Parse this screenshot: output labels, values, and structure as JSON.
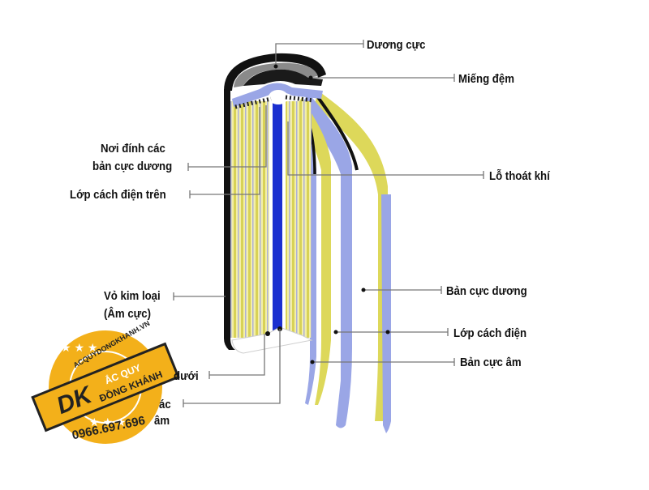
{
  "diagram": {
    "subject": "Cylindrical battery cross-section",
    "colors": {
      "casing": "#111111",
      "cap_gray": "#8a8a8a",
      "separator_blue": "#9aa6e6",
      "positive_yellow": "#ddd85a",
      "core_blue": "#1a2fd0",
      "leader_line": "#777777"
    },
    "labels_right": [
      {
        "id": "positive-terminal",
        "text": "Dương cực"
      },
      {
        "id": "gasket",
        "text": "Miếng đệm"
      },
      {
        "id": "vent",
        "text": "Lỗ thoát khí"
      },
      {
        "id": "positive-plate",
        "text": "Bản cực dương"
      },
      {
        "id": "separator",
        "text": "Lớp cách điện"
      },
      {
        "id": "negative-plate",
        "text": "Bản cực âm"
      }
    ],
    "labels_left": [
      {
        "id": "positive-tab",
        "line1": "Nơi đính các",
        "line2": "bản cực dương"
      },
      {
        "id": "top-insulator",
        "text": "Lớp cách điện trên"
      },
      {
        "id": "metal-case",
        "line1": "Vỏ kim loại",
        "line2": "(Âm cực)"
      },
      {
        "id": "bottom-insulator-partial",
        "text": "dưới"
      },
      {
        "id": "negative-tab-partial",
        "line1": "ác",
        "line2": "âm"
      }
    ]
  },
  "watermark": {
    "website": "ACQUYDONGKHANH.VN",
    "brand_line1": "ẮC QUY",
    "brand_line2": "ĐỒNG KHÁNH",
    "monogram": "DK",
    "phone": "0966.697.696",
    "color_gold": "#f3b01a",
    "color_dark": "#222222"
  }
}
